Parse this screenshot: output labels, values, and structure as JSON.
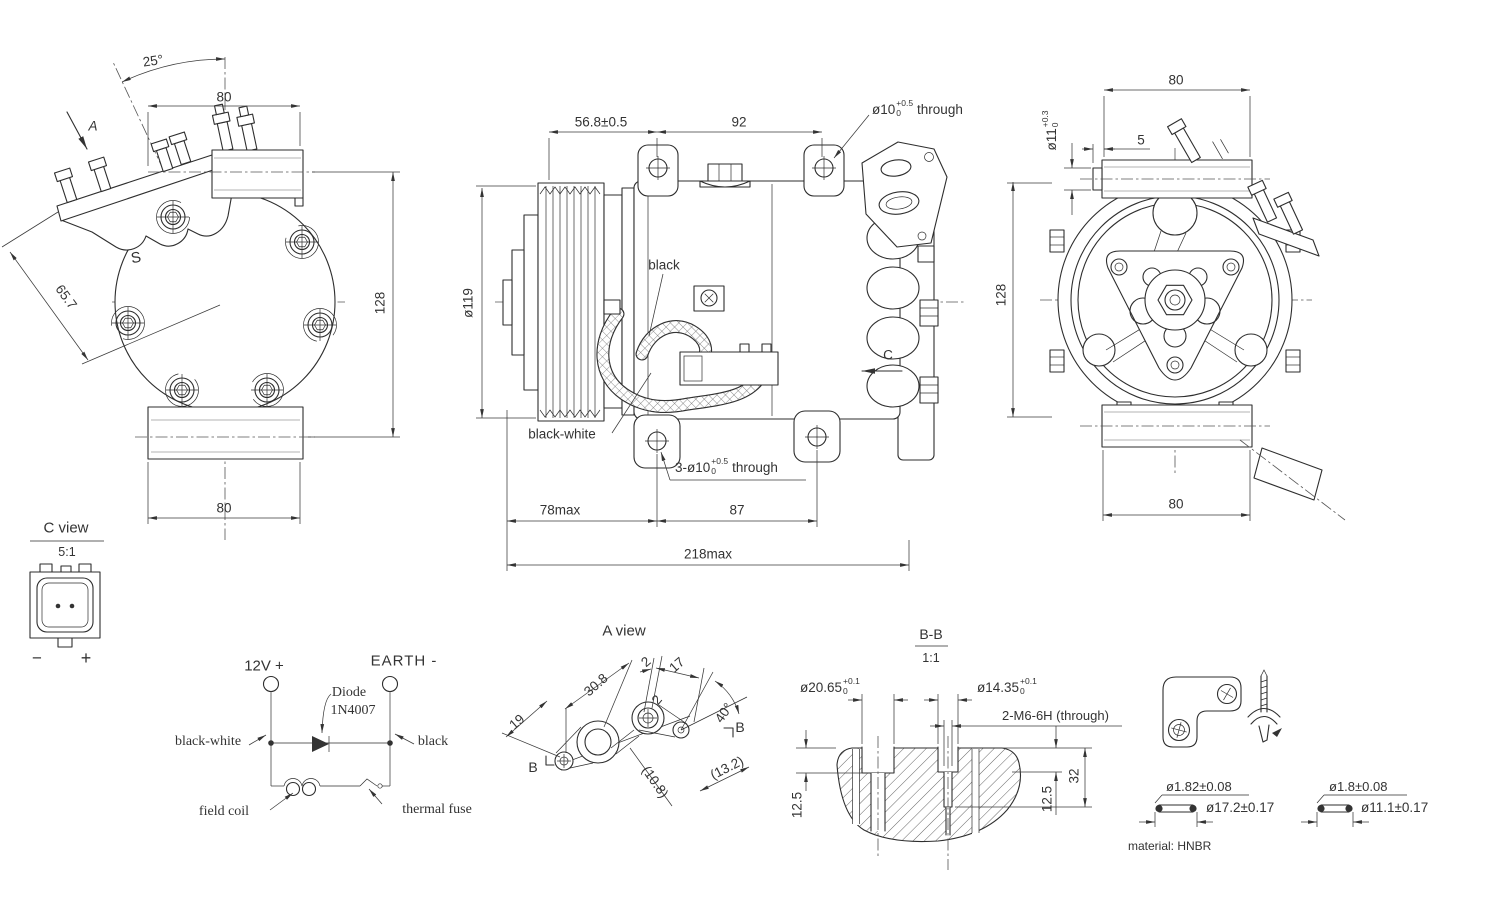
{
  "ink": "#2e2e2e",
  "paper": "#ffffff",
  "front_view": {
    "view_arrow": "A",
    "angle_bracket": "25°",
    "dim_top": "80",
    "dim_bracket_offset": "65.7",
    "dim_height": "128",
    "dim_foot": "80",
    "casting_mark": "S"
  },
  "side_view": {
    "dim_pulley_to_ear": "56.8±0.5",
    "dim_ear_spacing": "92",
    "top_hole": {
      "dia": "ø10",
      "tol_plus": "+0.5",
      "tol_minus": "0",
      "suffix": "through"
    },
    "pulley_dia": "ø119",
    "lead_black": "black",
    "lead_black_white": "black-white",
    "bottom_holes": {
      "dia": "3-ø10",
      "tol_plus": "+0.5",
      "tol_minus": "0",
      "suffix": "through"
    },
    "dim_front_max": "78max",
    "dim_mount_spacing": "87",
    "dim_overall": "218max",
    "section_arrow": "C"
  },
  "rear_view": {
    "dim_top": "80",
    "dim_height": "128",
    "shaft": {
      "dia": "ø11",
      "tol_plus": "+0.3",
      "tol_minus": "0"
    },
    "dim_offset": "5",
    "dim_foot": "80"
  },
  "c_view": {
    "title": "C view",
    "scale": "5:1",
    "polarity_minus": "−",
    "polarity_plus": "+"
  },
  "circuit": {
    "terminal_positive": "12V +",
    "terminal_earth": "EARTH -",
    "diode_name": "Diode",
    "diode_part": "1N4007",
    "wire_black_white": "black-white",
    "wire_black": "black",
    "field_coil": "field coil",
    "thermal_fuse": "thermal fuse"
  },
  "a_view": {
    "title": "A view",
    "dim_19": "19",
    "dim_30_8": "30.8",
    "dim_2": "2",
    "dim_17": "17",
    "dim_2_wall": "2",
    "angle_40": "40°",
    "dim_10_8": "(10.8)",
    "dim_13_2": "(13.2)",
    "section_b_left": "B",
    "section_b_right": "B"
  },
  "bb_view": {
    "title": "B-B",
    "scale": "1:1",
    "bore_large": {
      "dia": "ø20.65",
      "tol_plus": "+0.1",
      "tol_minus": "0"
    },
    "bore_small": {
      "dia": "ø14.35",
      "tol_plus": "+0.1",
      "tol_minus": "0"
    },
    "thread_spec": "2-M6-6H (through)",
    "depth_left": "12.5",
    "depth_total": "32",
    "depth_right": "12.5"
  },
  "seals": {
    "oring_large_cs": "ø1.82±0.08",
    "oring_large_od": "ø17.2±0.17",
    "oring_small_cs": "ø1.8±0.08",
    "oring_small_od": "ø11.1±0.17",
    "material_note": "material: HNBR"
  }
}
